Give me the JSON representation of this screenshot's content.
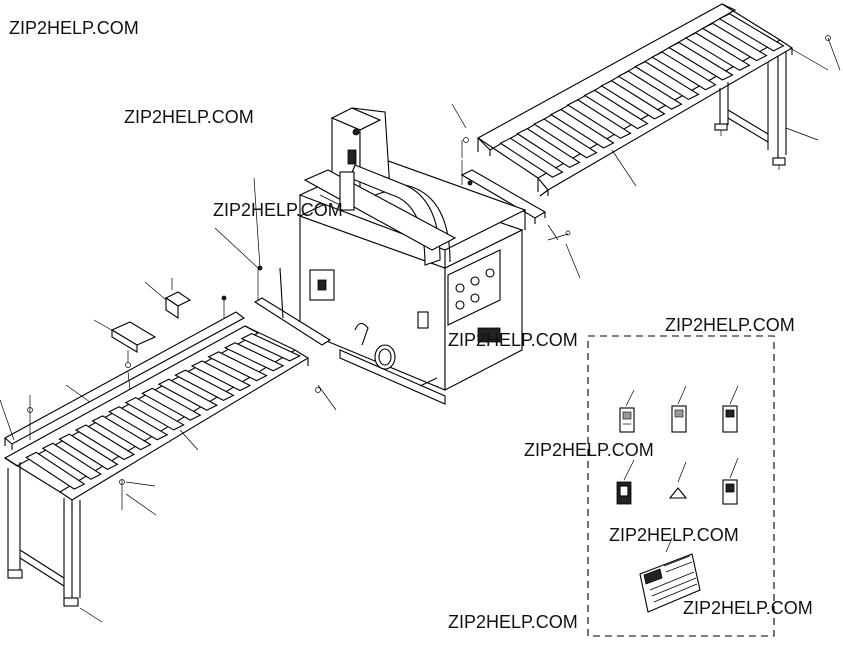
{
  "watermarks": [
    {
      "text": "ZIP2HELP.COM"
    },
    {
      "text": "ZIP2HELP.COM"
    },
    {
      "text": "ZIP2HELP.COM"
    },
    {
      "text": "ZIP2HELP.COM"
    },
    {
      "text": "ZIP2HELP.COM"
    },
    {
      "text": "ZIP2HELP.COM"
    },
    {
      "text": "ZIP2HELP.COM"
    },
    {
      "text": "ZIP2HELP.COM"
    },
    {
      "text": "ZIP2HELP.COM"
    }
  ],
  "colors": {
    "line": "#000000",
    "background": "#ffffff",
    "watermark": "#111111"
  }
}
